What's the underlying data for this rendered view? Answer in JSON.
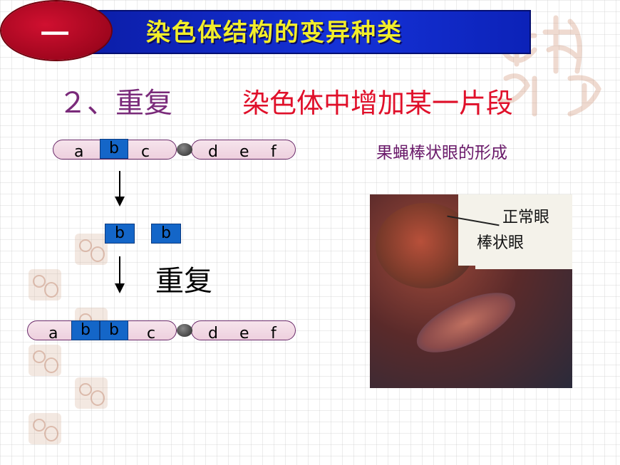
{
  "banner": {
    "number": "一",
    "title": "染色体结构的变异种类"
  },
  "heading": "２、重复",
  "definition": "染色体中增加某一片段",
  "caption": "果蝇棒状眼的形成",
  "photo": {
    "label_normal": "正常眼",
    "label_bar": "棒状眼"
  },
  "duplication_label": "重复",
  "chromosome_original": {
    "left_arm": [
      "a",
      "c"
    ],
    "segment": "b",
    "right_arm": [
      "d",
      "e",
      "f"
    ]
  },
  "duplicated_segments": [
    "b",
    "b"
  ],
  "chromosome_result": {
    "left_arm": [
      "a",
      "c"
    ],
    "segments": [
      "b",
      "b"
    ],
    "right_arm": [
      "d",
      "e",
      "f"
    ]
  },
  "colors": {
    "banner": "#1532d8",
    "title": "#f2ee2a",
    "oval": "#a0061e",
    "heading": "#7a2a7a",
    "definition": "#e0102a",
    "segment": "#1466c8"
  }
}
